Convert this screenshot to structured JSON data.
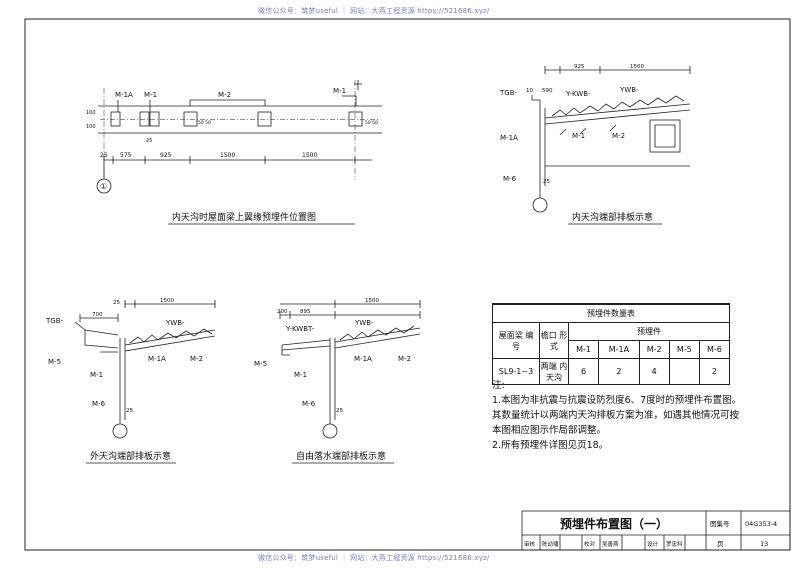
{
  "watermark": {
    "top": "微信公众号：筑梦useful ｜ 网站：大燕工程资源 https://521686.xyz/",
    "bottom": "微信公众号：筑梦useful ｜ 网站：大燕工程资源 https://521686.xyz/"
  },
  "views": {
    "top_plan": {
      "caption": "内天沟时屋面梁上翼缘预埋件位置图",
      "labels": [
        "M-1A",
        "M-1",
        "M-2",
        "M-1"
      ],
      "dims": [
        "25",
        "575",
        "925",
        "1500",
        "1500"
      ],
      "small": [
        "100",
        "100",
        "25",
        "50 50",
        "50 50"
      ]
    },
    "inner_gutter": {
      "caption": "内天沟端部排板示意",
      "labels": [
        "TGB-",
        "Y-KWB-",
        "YWB-",
        "M-1A",
        "M-1",
        "M-2",
        "M-6"
      ],
      "dims": [
        "10",
        "590",
        "925",
        "1500",
        "25"
      ]
    },
    "outer_gutter": {
      "caption": "外天沟端部排板示意",
      "labels": [
        "TGB-",
        "YWB-",
        "M-5",
        "M-1",
        "M-1A",
        "M-2",
        "M-6"
      ],
      "dims": [
        "700",
        "25",
        "1500",
        "25"
      ]
    },
    "free_drain": {
      "caption": "自由落水端部排板示意",
      "labels": [
        "Y-KWBT-",
        "YWB-",
        "M-5",
        "M-1",
        "M-1A",
        "M-2",
        "M-6"
      ],
      "dims": [
        "200",
        "895",
        "1500",
        "25"
      ]
    }
  },
  "qty_table": {
    "title": "预埋件数量表",
    "h_beam": "屋面梁 编　号",
    "h_eave": "檐口 形式",
    "h_group": "预埋件",
    "cols": [
      "M-1",
      "M-1A",
      "M-2",
      "M-5",
      "M-6"
    ],
    "row_beam": "SL9-1~3",
    "row_eave": "两端 内天沟",
    "row_values": [
      "6",
      "2",
      "4",
      "",
      "2"
    ]
  },
  "notes": {
    "heading": "注:",
    "n1a": "1.本图为非抗震与抗震设防烈度6、7度时的预埋件布置图。",
    "n1b": "其数量统计以两端内天沟排板方案为准，如遇其他情况可按",
    "n1c": "本图相应图示作局部调整。",
    "n2": "2.所有预埋件详图见页18。"
  },
  "title_block": {
    "title": "预埋件布置图（一）",
    "atlas_label": "图集号",
    "atlas_no": "04G353-4",
    "page_label": "页",
    "page_no": "13",
    "signers": [
      "审核",
      "陈幼璠",
      "校对",
      "吴善燕",
      "设计",
      "罗忠科"
    ]
  },
  "axis_mark": "①"
}
